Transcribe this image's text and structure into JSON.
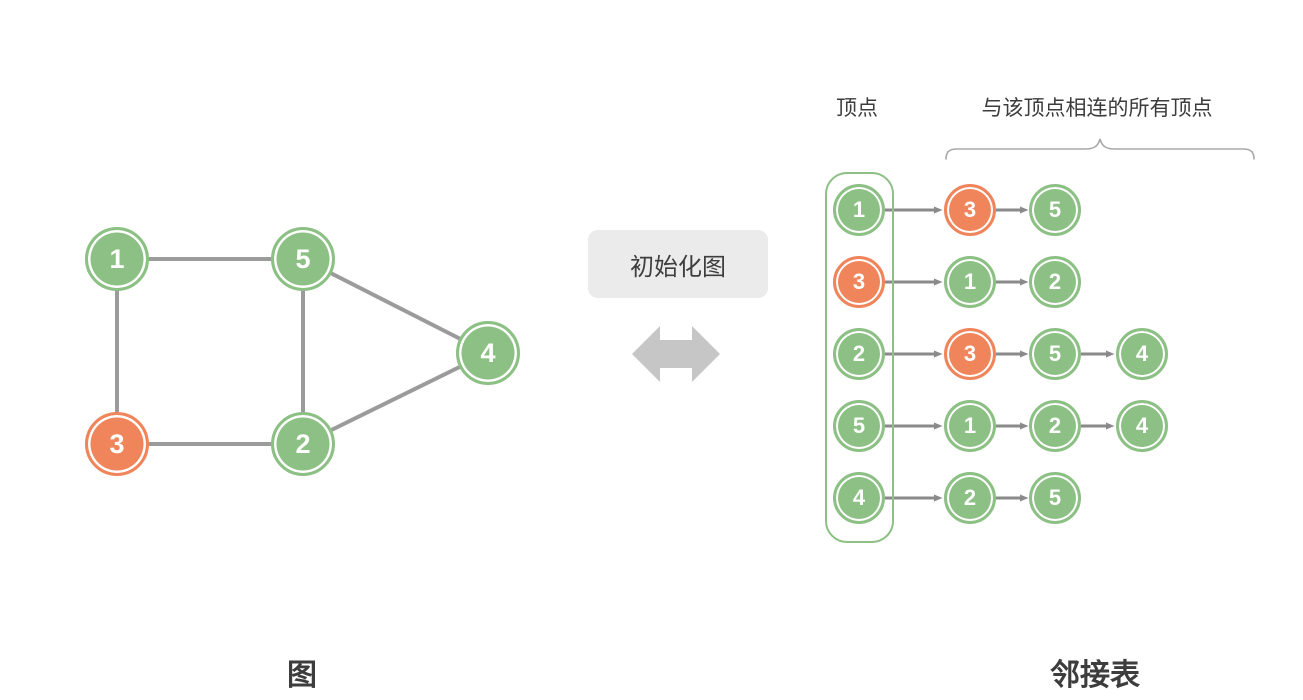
{
  "colors": {
    "green": "#8CC084",
    "orange": "#F0855B",
    "graph_edge": "#9B9B9B",
    "list_arrow": "#8A8A8A",
    "double_arrow": "#C6C6C6",
    "brace": "#A9A9A9",
    "label_background": "#EBEBEB",
    "text": "#3C3C3C",
    "node_text": "#FFFFFF",
    "background": "#FFFFFF"
  },
  "graph": {
    "caption": "图",
    "nodes": [
      {
        "label": "1",
        "color": "green"
      },
      {
        "label": "5",
        "color": "green"
      },
      {
        "label": "4",
        "color": "green"
      },
      {
        "label": "3",
        "color": "orange"
      },
      {
        "label": "2",
        "color": "green"
      }
    ],
    "edges": [
      [
        "1",
        "5"
      ],
      [
        "1",
        "3"
      ],
      [
        "5",
        "2"
      ],
      [
        "3",
        "2"
      ],
      [
        "5",
        "4"
      ],
      [
        "2",
        "4"
      ]
    ]
  },
  "transform": {
    "label": "初始化图"
  },
  "adjacency": {
    "caption": "邻接表",
    "header_vertex": "顶点",
    "header_connected": "与该顶点相连的所有顶点",
    "rows": [
      {
        "vertex": {
          "label": "1",
          "color": "green"
        },
        "neighbors": [
          {
            "label": "3",
            "color": "orange"
          },
          {
            "label": "5",
            "color": "green"
          }
        ]
      },
      {
        "vertex": {
          "label": "3",
          "color": "orange"
        },
        "neighbors": [
          {
            "label": "1",
            "color": "green"
          },
          {
            "label": "2",
            "color": "green"
          }
        ]
      },
      {
        "vertex": {
          "label": "2",
          "color": "green"
        },
        "neighbors": [
          {
            "label": "3",
            "color": "orange"
          },
          {
            "label": "5",
            "color": "green"
          },
          {
            "label": "4",
            "color": "green"
          }
        ]
      },
      {
        "vertex": {
          "label": "5",
          "color": "green"
        },
        "neighbors": [
          {
            "label": "1",
            "color": "green"
          },
          {
            "label": "2",
            "color": "green"
          },
          {
            "label": "4",
            "color": "green"
          }
        ]
      },
      {
        "vertex": {
          "label": "4",
          "color": "green"
        },
        "neighbors": [
          {
            "label": "2",
            "color": "green"
          },
          {
            "label": "5",
            "color": "green"
          }
        ]
      }
    ]
  }
}
